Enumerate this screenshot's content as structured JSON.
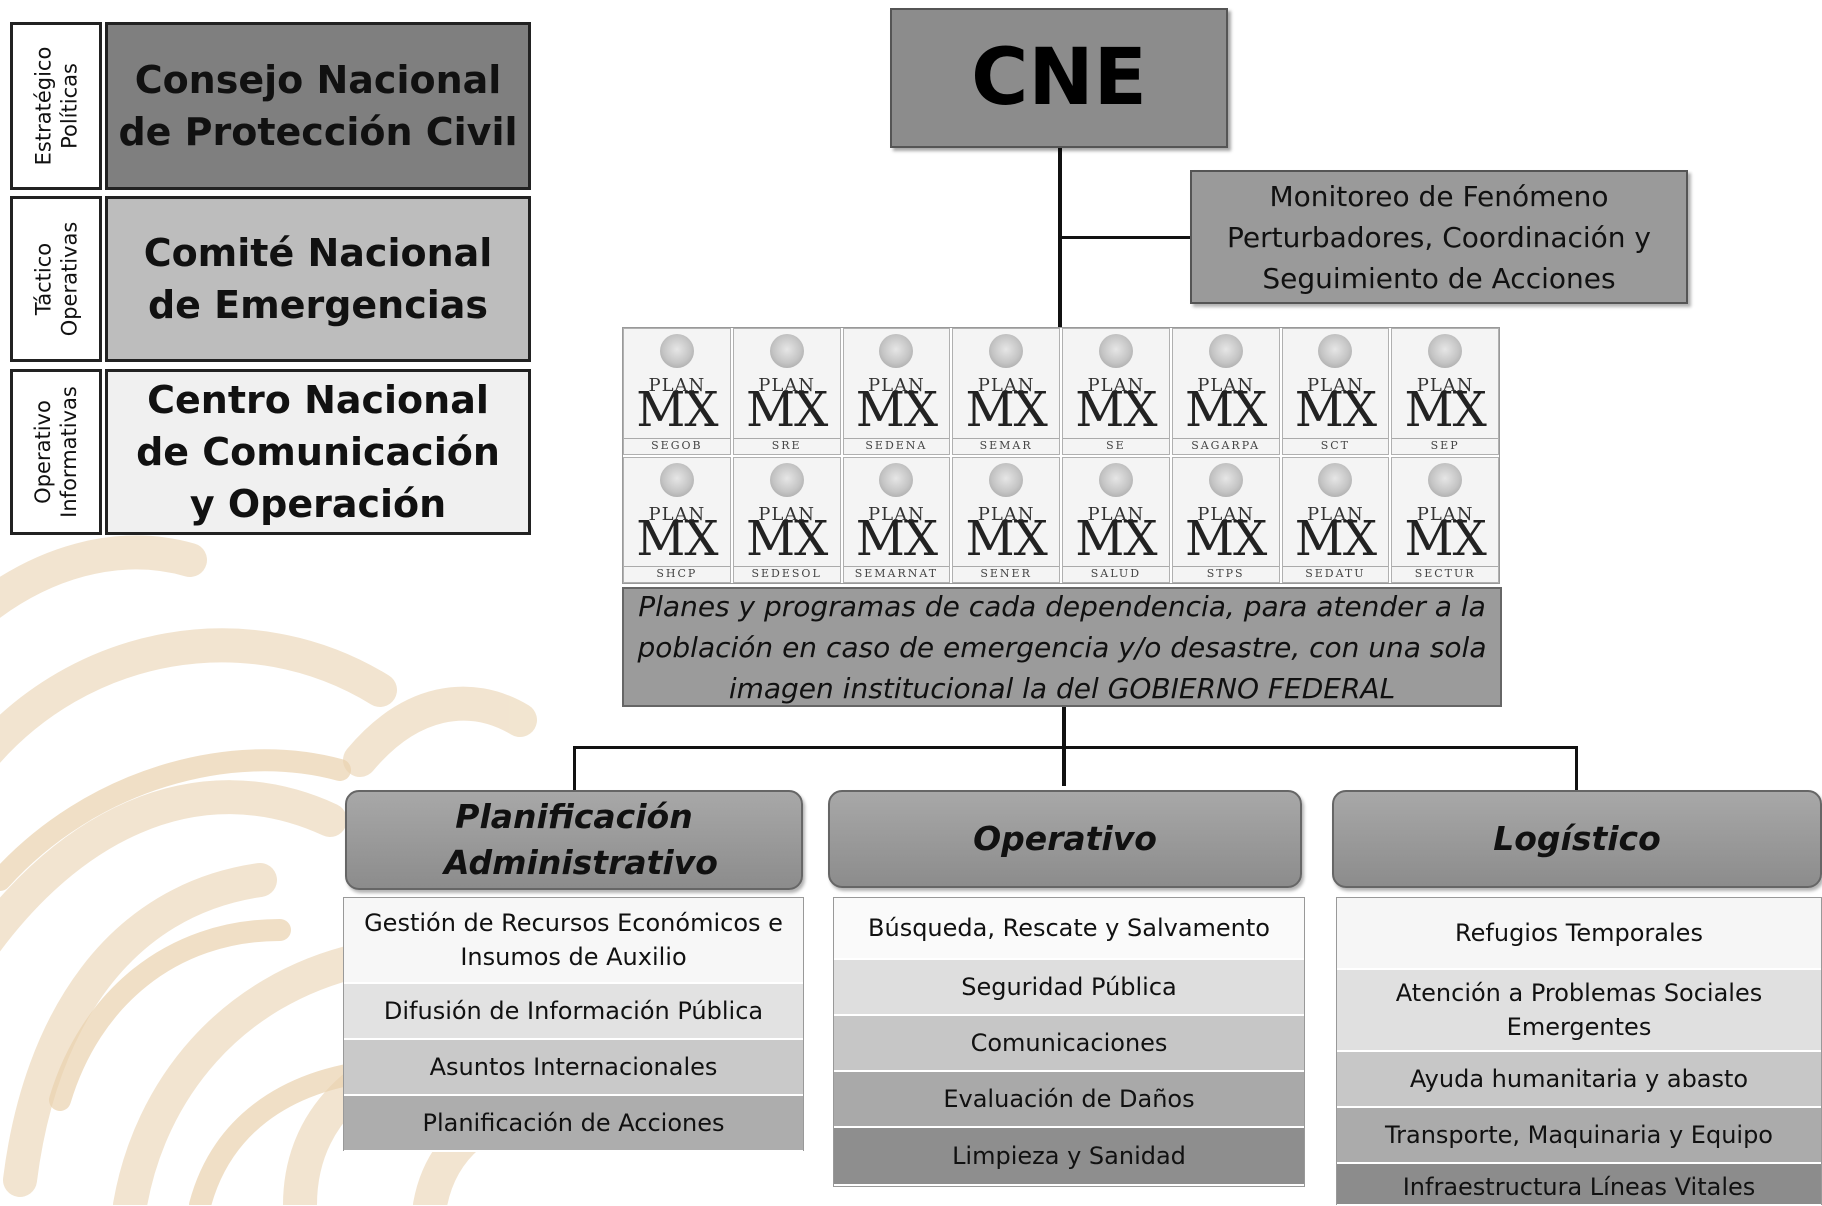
{
  "levels": [
    {
      "tag": "Estratégico Políticas",
      "title": "Consejo Nacional de Protección Civil",
      "color": "#7f7f7f"
    },
    {
      "tag": "Táctico Operativas",
      "title": "Comité Nacional de Emergencias",
      "color": "#bdbdbd"
    },
    {
      "tag": "Operativo Informativas",
      "title": "Centro Nacional de Comunicación y Operación",
      "color": "#f0f0f0"
    }
  ],
  "cne": {
    "label": "CNE"
  },
  "monitoreo": {
    "text": "Monitoreo de Fenómeno Perturbadores, Coordinación y Seguimiento de Acciones"
  },
  "plan_mx": {
    "plan_word": "PLAN",
    "mx_word": "MX",
    "dependencies": [
      "SEGOB",
      "SRE",
      "SEDENA",
      "SEMAR",
      "SE",
      "SAGARPA",
      "SCT",
      "SEP",
      "SHCP",
      "SEDESOL",
      "SEMARNAT",
      "SENER",
      "SALUD",
      "STPS",
      "SEDATU",
      "SECTUR"
    ]
  },
  "planes": {
    "text": "Planes y programas de cada dependencia, para atender a la población en caso de emergencia y/o desastre, con una sola imagen institucional la del GOBIERNO FEDERAL"
  },
  "columns": [
    {
      "title": "Planificación Administrativo",
      "items": [
        "Gestión de Recursos Económicos e Insumos de Auxilio",
        "Difusión de Información Pública",
        "Asuntos Internacionales",
        "Planificación de Acciones"
      ]
    },
    {
      "title": "Operativo",
      "items": [
        "Búsqueda,  Rescate y Salvamento",
        "Seguridad Pública",
        "Comunicaciones",
        "Evaluación de Daños",
        "Limpieza y Sanidad"
      ]
    },
    {
      "title": "Logístico",
      "items": [
        "Refugios Temporales",
        "Atención a Problemas Sociales Emergentes",
        "Ayuda humanitaria y abasto",
        "Transporte, Maquinaria y Equipo",
        "Infraestructura Líneas Vitales"
      ]
    }
  ]
}
